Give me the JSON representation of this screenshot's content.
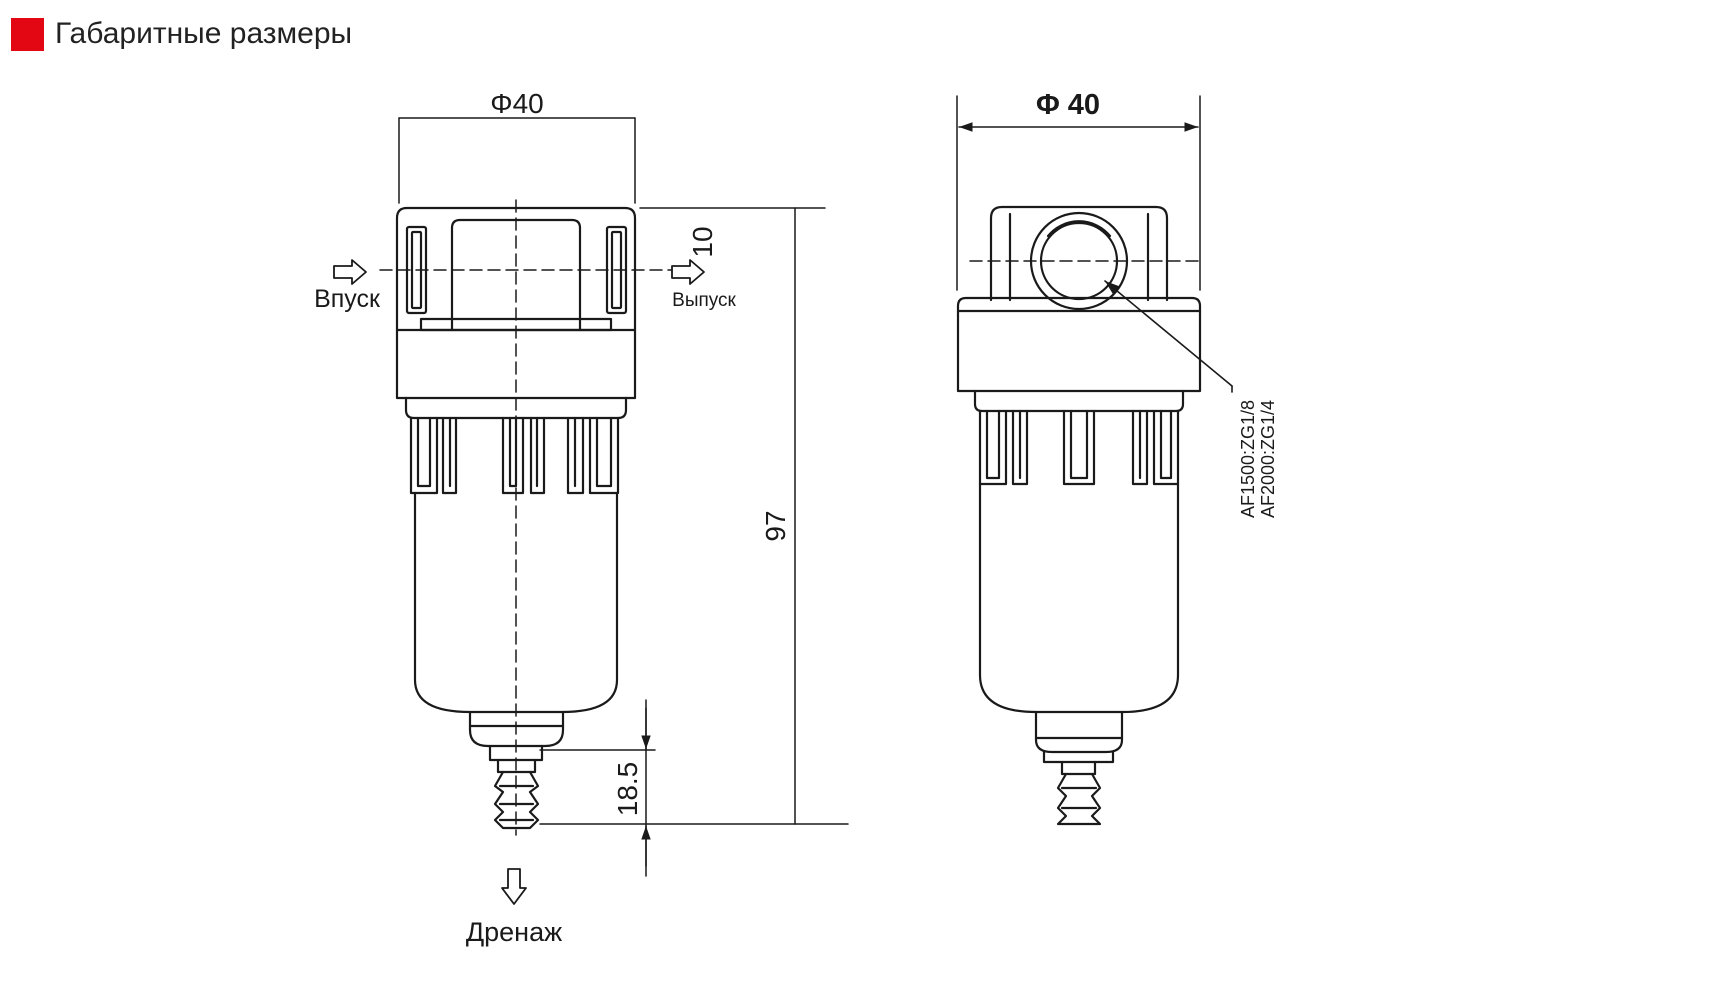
{
  "header": {
    "title": "Габаритные размеры",
    "marker_color": "#e30613"
  },
  "front_view": {
    "diameter_label": "Φ40",
    "height_label": "97",
    "port_offset_label": "10",
    "drain_height_label": "18.5",
    "inlet_label": "Впуск",
    "outlet_label": "Выпуск",
    "drain_label": "Дренаж"
  },
  "side_view": {
    "diameter_label": "Φ 40",
    "thread_labels": [
      "AF1500:ZG1/8",
      "AF2000:ZG1/4"
    ]
  }
}
